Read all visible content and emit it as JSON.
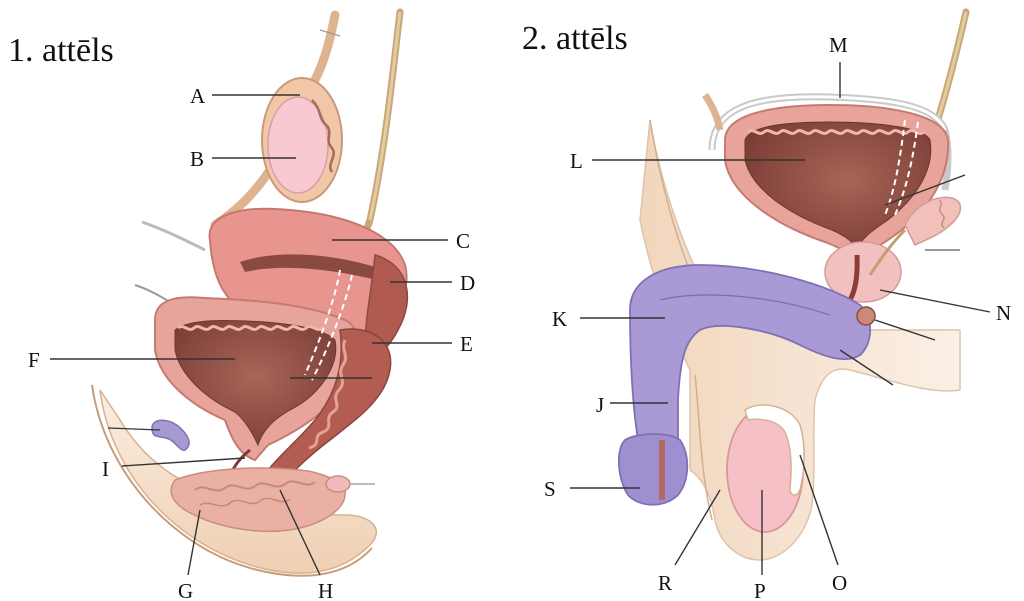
{
  "figures": [
    {
      "title": "1. attēls"
    },
    {
      "title": "2. attēls"
    }
  ],
  "labels": {
    "A": "A",
    "B": "B",
    "C": "C",
    "D": "D",
    "E": "E",
    "F": "F",
    "G": "G",
    "H": "H",
    "I": "I",
    "J": "J",
    "K": "K",
    "L": "L",
    "M": "M",
    "N": "N",
    "O": "O",
    "P": "P",
    "R": "R",
    "S": "S"
  },
  "colors": {
    "skin": "#f3d9c1",
    "uterus_outer": "#e7958e",
    "uterus_inner": "#8f4e45",
    "bladder_outer": "#e9a49c",
    "bladder_inner": "#8c4a40",
    "ovary": "#f7c7cf",
    "tube": "#d2b07c",
    "penis_purple": "#a99ad6",
    "testis": "#f6c0c7"
  }
}
